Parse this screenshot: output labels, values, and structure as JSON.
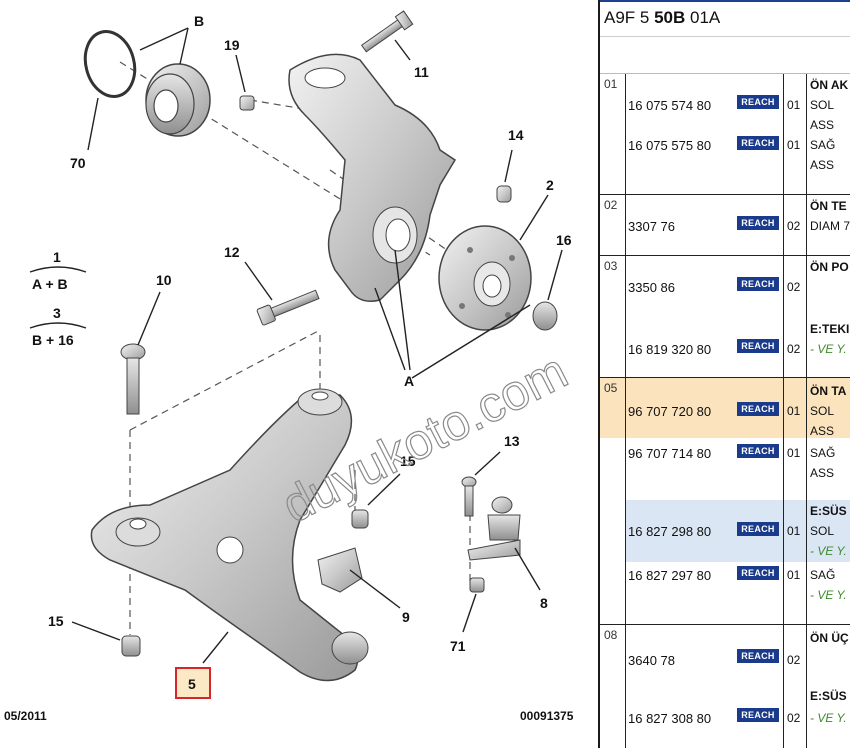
{
  "diagram": {
    "callouts": [
      "B",
      "19",
      "11",
      "70",
      "14",
      "2",
      "16",
      "12",
      "10",
      "A",
      "13",
      "15",
      "8",
      "9",
      "71",
      "5"
    ],
    "highlighted_callout": "5",
    "legend": [
      {
        "code": "1",
        "formula": "A + B"
      },
      {
        "code": "3",
        "formula": "B + 16"
      }
    ],
    "footer_left": "05/2011",
    "footer_right": "00091375",
    "watermark": "duyukoto.com"
  },
  "panel": {
    "header_prefix": "A9F 5 ",
    "header_bold": "50B",
    "header_suffix": " 01A",
    "badge_label": "REACH",
    "groups": [
      {
        "num": "01",
        "rows": [
          {
            "part": "16 075 574 80",
            "qty": "01"
          },
          {
            "part": "16 075 575 80",
            "qty": "01"
          }
        ],
        "desc": [
          "ÖN AK",
          "SOL",
          "ASS",
          "SAĞ",
          "ASS"
        ]
      },
      {
        "num": "02",
        "rows": [
          {
            "part": "3307 76",
            "qty": "02"
          }
        ],
        "desc": [
          "ÖN TE",
          "DIAM 7"
        ]
      },
      {
        "num": "03",
        "rows": [
          {
            "part": "3350 86",
            "qty": "02"
          },
          {
            "part": "16 819 320 80",
            "qty": "02"
          }
        ],
        "desc": [
          "ÖN PO",
          "E:TEKI",
          "- VE Y."
        ]
      },
      {
        "num": "05",
        "rows": [
          {
            "part": "96 707 720 80",
            "qty": "01"
          },
          {
            "part": "96 707 714 80",
            "qty": "01"
          },
          {
            "part": "16 827 298 80",
            "qty": "01"
          },
          {
            "part": "16 827 297 80",
            "qty": "01"
          }
        ],
        "desc": [
          "ÖN TA",
          "SOL",
          "ASS",
          "SAĞ",
          "ASS",
          "E:SÜS",
          "SOL",
          "- VE Y.",
          "SAĞ",
          "- VE Y."
        ]
      },
      {
        "num": "08",
        "rows": [
          {
            "part": "3640 78",
            "qty": "02"
          },
          {
            "part": "16 827 308 80",
            "qty": "02"
          }
        ],
        "desc": [
          "ÖN ÜÇ",
          "E:SÜS",
          "- VE Y."
        ]
      }
    ],
    "colors": {
      "highlight_orange": "#fbe3bd",
      "highlight_blue": "#dbe6f5",
      "badge": "#1a3b8b",
      "note_green": "#3d8a2a"
    }
  }
}
